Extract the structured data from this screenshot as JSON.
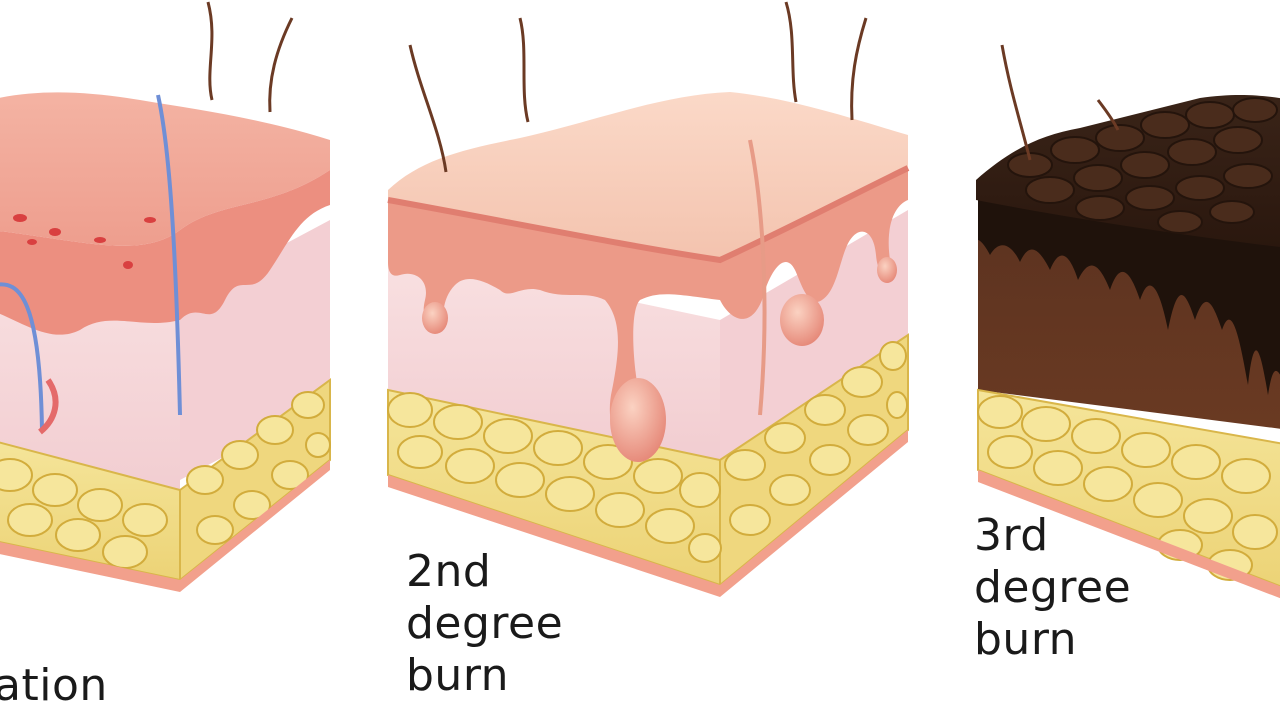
{
  "panels": [
    {
      "id": "first",
      "caption_lines": [
        "ation"
      ]
    },
    {
      "id": "second",
      "caption_lines": [
        "2nd",
        "degree",
        "burn"
      ]
    },
    {
      "id": "third",
      "caption_lines": [
        "3rd",
        "degree",
        "burn"
      ]
    }
  ],
  "colors": {
    "epidermis_top": "#f6c8b4",
    "epidermis_edge": "#e9867a",
    "dermis": "#f7d7d9",
    "fat": "#f0de86",
    "fat_outline": "#d9b64a",
    "subcutis_base": "#f2a08c",
    "hair": "#6b3a24",
    "vessel_blue": "#6f8fd6",
    "vessel_red": "#e46a6a",
    "char_black": "#2a1a12",
    "char_brown": "#5a3220"
  },
  "icons": {
    "hair": "hair-strand-icon",
    "blister": "blister-icon",
    "vessel": "blood-vessel-icon",
    "fat_cell": "fat-cell-icon",
    "char": "charred-tissue-icon"
  }
}
